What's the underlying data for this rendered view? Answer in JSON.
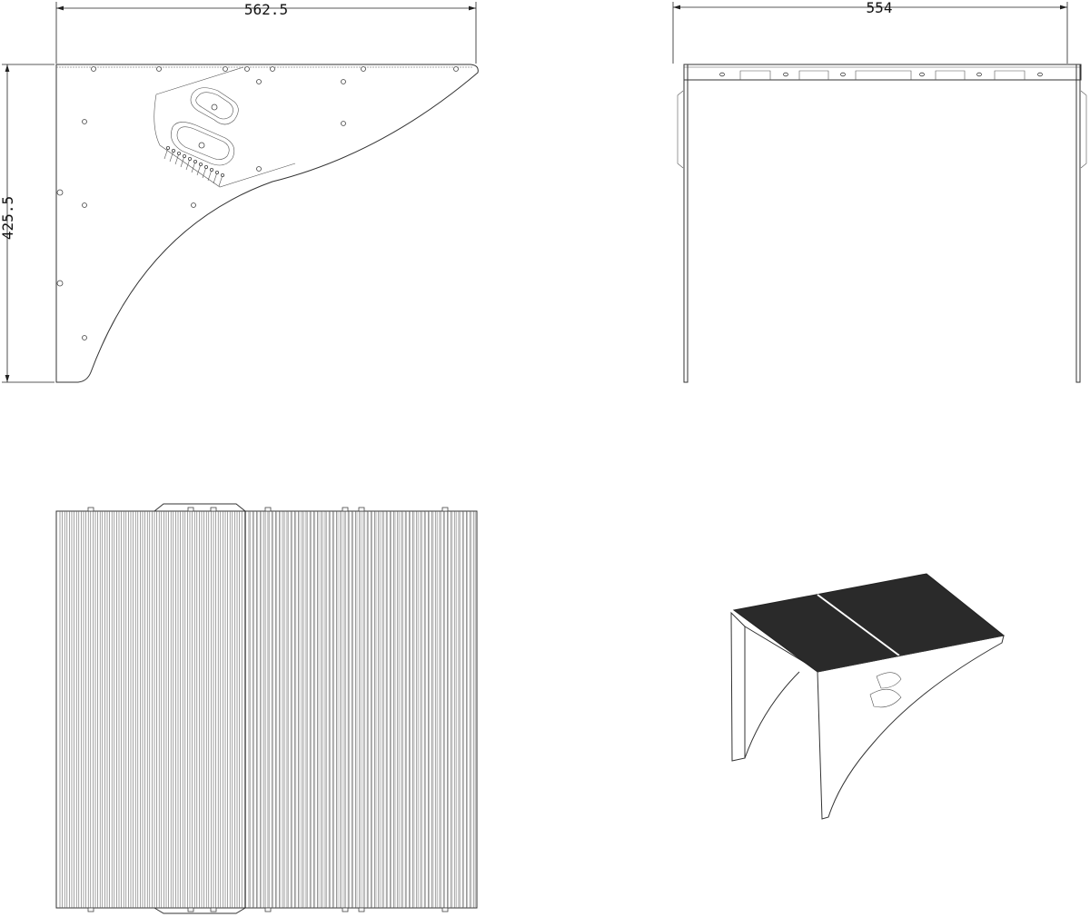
{
  "side_view": {
    "width_dimension": "562.5",
    "height_dimension": "425.5"
  },
  "front_view": {
    "width_dimension": "554"
  },
  "colors": {
    "line": "#333333",
    "background": "#ffffff",
    "top_surface": "#2a2a2a"
  }
}
